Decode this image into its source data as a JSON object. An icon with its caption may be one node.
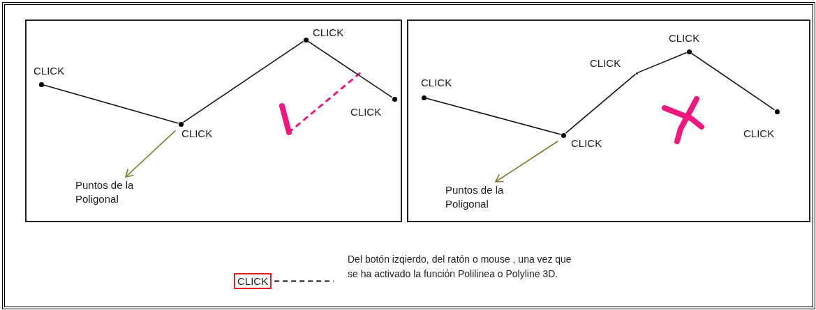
{
  "diagram": {
    "nodes": [
      {
        "text": [],
        "shape": "box"
      },
      {
        "text": [],
        "shape": "circle",
        "beside": [
          "CLICK"
        ],
        "in": 0
      },
      {
        "text": [],
        "shape": "circle",
        "beside": [
          "CLICK"
        ],
        "in": 0
      },
      {
        "text": [],
        "shape": "circle",
        "beside": [
          "CLICK"
        ],
        "in": 0
      },
      {
        "text": [],
        "shape": "circle",
        "beside": [
          "CLICK"
        ],
        "in": 0
      },
      {
        "text": [
          "Puntos de la Poligonal"
        ],
        "in": 0
      },
      {
        "text": [],
        "shape": "box"
      },
      {
        "text": [],
        "shape": "circle",
        "beside": [
          "CLICK"
        ],
        "in": 6
      },
      {
        "text": [],
        "shape": "circle",
        "beside": [
          "CLICK"
        ],
        "in": 6
      },
      {
        "text": [],
        "shape": "circle",
        "beside": [
          "CLICK"
        ],
        "in": 6
      },
      {
        "text": [],
        "shape": "circle",
        "beside": [
          "CLICK"
        ],
        "in": 6
      },
      {
        "text": [],
        "shape": "circle",
        "beside": [
          "CLICK"
        ],
        "in": 6
      },
      {
        "text": [
          "Puntos de la Poligonal"
        ],
        "in": 6
      },
      {
        "text": [
          "CLICK"
        ]
      },
      {
        "text": [
          "Del botón izqierdo, del ratón o mouse , una vez que se ha activado la función Polilinea o Polyline 3D."
        ]
      }
    ],
    "edges": [
      {
        "from": 1,
        "to": 2,
        "arrow": "none"
      },
      {
        "from": 2,
        "to": 3,
        "arrow": "none"
      },
      {
        "from": 3,
        "to": 4,
        "arrow": "none"
      },
      {
        "from": 2,
        "to": 5,
        "arrow": "to",
        "color": "#7d7a2c"
      },
      {
        "from": 7,
        "to": 8,
        "arrow": "none"
      },
      {
        "from": 8,
        "to": 9,
        "arrow": "none"
      },
      {
        "from": 9,
        "to": 10,
        "arrow": "none"
      },
      {
        "from": 10,
        "to": 11,
        "arrow": "none"
      },
      {
        "from": 8,
        "to": 12,
        "arrow": "to",
        "color": "#7d7a2c"
      },
      {
        "from": 13,
        "to": 14,
        "arrow": "none",
        "style": "dashed"
      }
    ]
  }
}
